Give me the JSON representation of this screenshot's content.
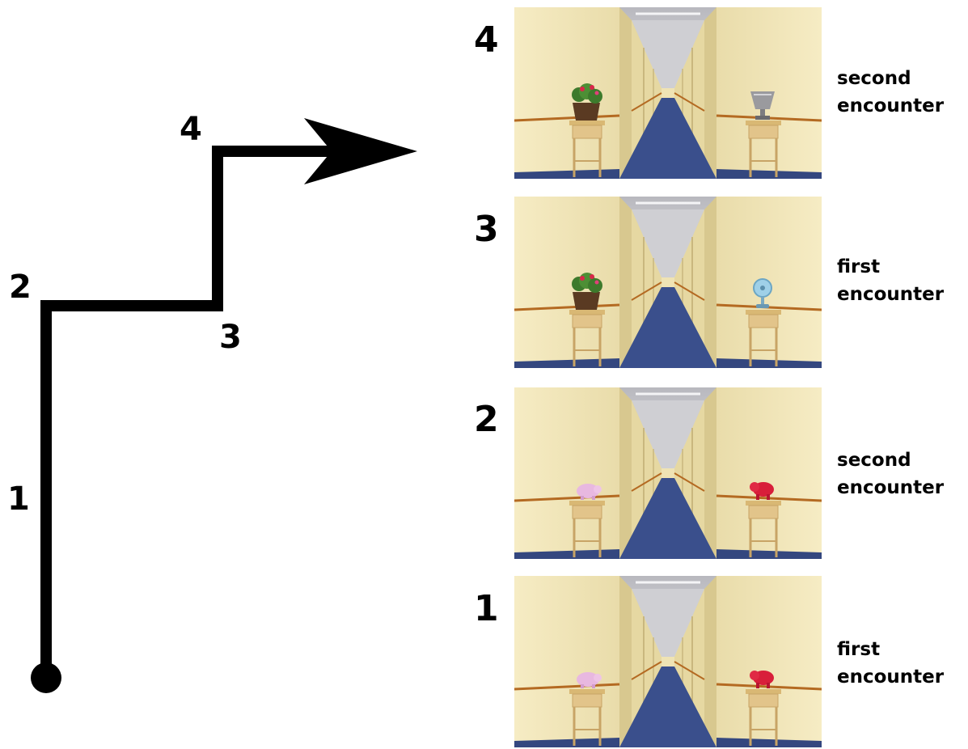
{
  "route": {
    "labels": [
      "1",
      "2",
      "3",
      "4"
    ]
  },
  "panels": [
    {
      "number": "4",
      "caption_line1": "second",
      "caption_line2": "encounter",
      "left_object": "potted-plant",
      "right_object": "trophy-cup"
    },
    {
      "number": "3",
      "caption_line1": "first",
      "caption_line2": "encounter",
      "left_object": "potted-plant",
      "right_object": "desk-fan"
    },
    {
      "number": "2",
      "caption_line1": "second",
      "caption_line2": "encounter",
      "left_object": "piggy-bank",
      "right_object": "toy-elephant"
    },
    {
      "number": "1",
      "caption_line1": "first",
      "caption_line2": "encounter",
      "left_object": "piggy-bank",
      "right_object": "toy-elephant"
    }
  ],
  "colors": {
    "path": "#000000",
    "wall": "#f3e6b5",
    "carpet": "#3a4f8c",
    "ceiling": "#c8c8cc",
    "rail": "#b46a22",
    "table": "#e2c48a",
    "elephant": "#d81e3a"
  }
}
